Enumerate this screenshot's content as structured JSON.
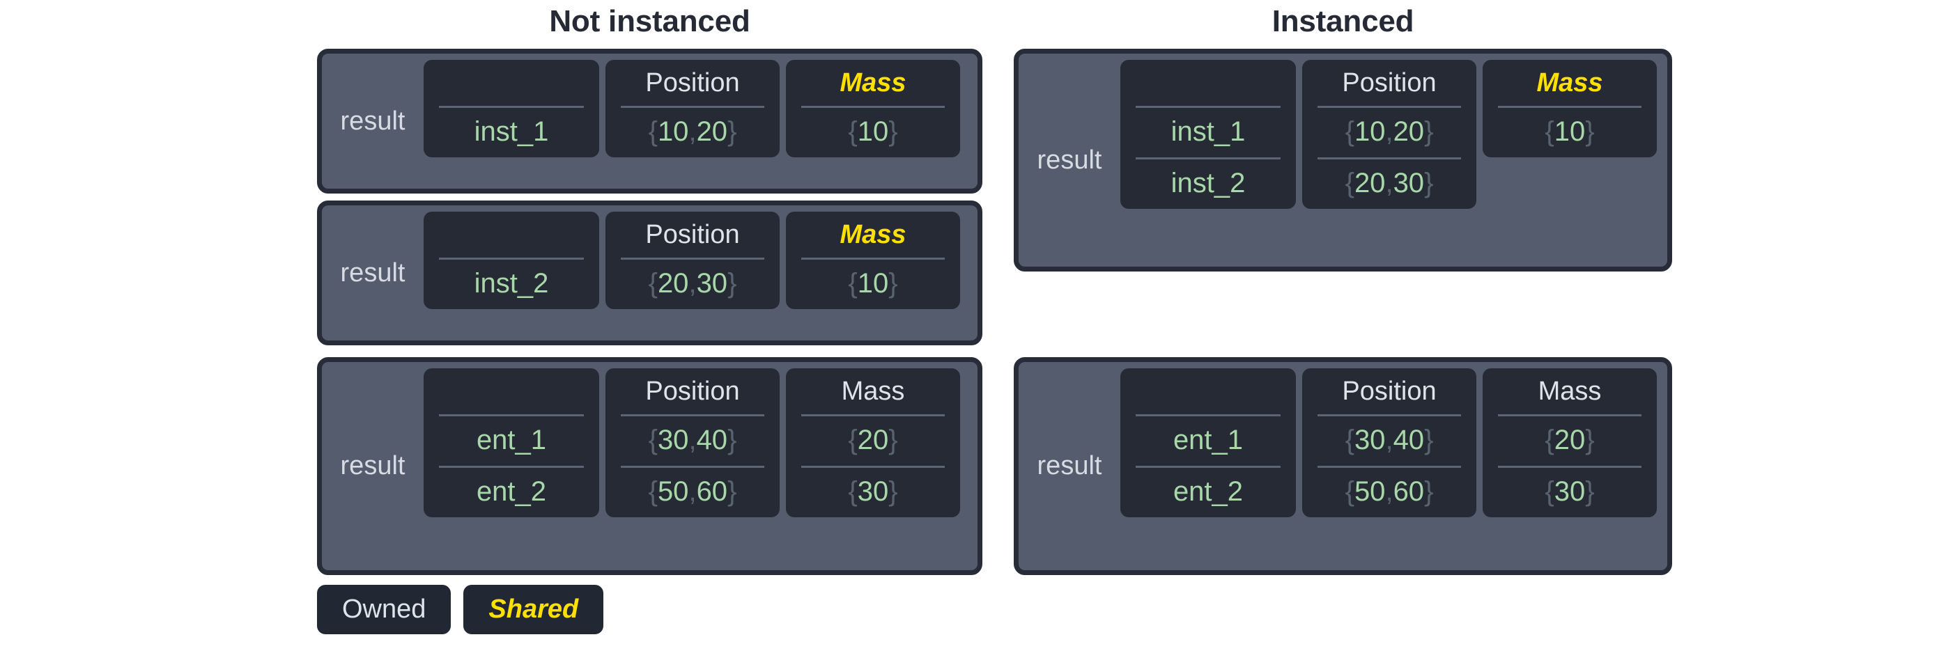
{
  "headings": {
    "not_instanced": "Not instanced",
    "instanced": "Instanced"
  },
  "colors": {
    "page_background": "#ffffff",
    "heading_text": "#252a35",
    "panel_fill": "#545c6d",
    "panel_border": "#272c38",
    "column_fill": "#252a34",
    "label_text": "#d7dbe2",
    "header_text": "#dfe3ea",
    "shared_accent": "#ffe000",
    "value_green": "#a8d8aa",
    "brace_gray": "#59626f",
    "divider": "#5c6575",
    "legend_chip_fill": "#212733"
  },
  "labels": {
    "result": "result",
    "position": "Position",
    "mass": "Mass",
    "blank": ""
  },
  "legend": {
    "owned": "Owned",
    "shared": "Shared"
  },
  "panels": [
    {
      "id": "not-instanced-1",
      "group": "not_instanced",
      "label": "result",
      "columns": [
        {
          "header": "",
          "shared": false,
          "kind": "name"
        },
        {
          "header": "Position",
          "shared": false,
          "kind": "value"
        },
        {
          "header": "Mass",
          "shared": true,
          "kind": "value"
        }
      ],
      "rows": [
        {
          "name": "inst_1",
          "position": "{10, 20}",
          "mass": "{10}"
        }
      ]
    },
    {
      "id": "not-instanced-2",
      "group": "not_instanced",
      "label": "result",
      "columns": [
        {
          "header": "",
          "shared": false,
          "kind": "name"
        },
        {
          "header": "Position",
          "shared": false,
          "kind": "value"
        },
        {
          "header": "Mass",
          "shared": true,
          "kind": "value"
        }
      ],
      "rows": [
        {
          "name": "inst_2",
          "position": "{20, 30}",
          "mass": "{10}"
        }
      ]
    },
    {
      "id": "not-instanced-3",
      "group": "not_instanced",
      "label": "result",
      "columns": [
        {
          "header": "",
          "shared": false,
          "kind": "name"
        },
        {
          "header": "Position",
          "shared": false,
          "kind": "value"
        },
        {
          "header": "Mass",
          "shared": false,
          "kind": "value"
        }
      ],
      "rows": [
        {
          "name": "ent_1",
          "position": "{30, 40}",
          "mass": "{20}"
        },
        {
          "name": "ent_2",
          "position": "{50, 60}",
          "mass": "{30}"
        }
      ]
    },
    {
      "id": "instanced-1",
      "group": "instanced",
      "label": "result",
      "columns": [
        {
          "header": "",
          "shared": false,
          "kind": "name"
        },
        {
          "header": "Position",
          "shared": false,
          "kind": "value"
        },
        {
          "header": "Mass",
          "shared": true,
          "kind": "value"
        }
      ],
      "rows": [
        {
          "name": "inst_1",
          "position": "{10, 20}",
          "mass": "{10}"
        },
        {
          "name": "inst_2",
          "position": "{20, 30}",
          "mass": null
        }
      ]
    },
    {
      "id": "instanced-2",
      "group": "instanced",
      "label": "result",
      "columns": [
        {
          "header": "",
          "shared": false,
          "kind": "name"
        },
        {
          "header": "Position",
          "shared": false,
          "kind": "value"
        },
        {
          "header": "Mass",
          "shared": false,
          "kind": "value"
        }
      ],
      "rows": [
        {
          "name": "ent_1",
          "position": "{30, 40}",
          "mass": "{20}"
        },
        {
          "name": "ent_2",
          "position": "{50, 60}",
          "mass": "{30}"
        }
      ]
    }
  ]
}
